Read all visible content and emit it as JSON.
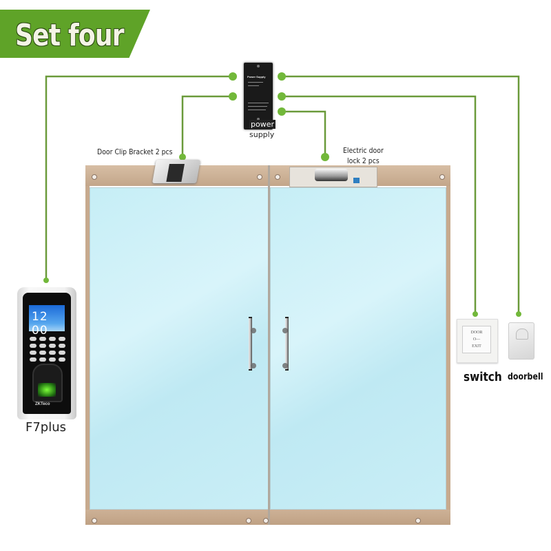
{
  "banner": {
    "title": "Set four",
    "color": "#5fa328"
  },
  "wire_color": "#6a9a3a",
  "dot_color": "#72b83a",
  "power_supply": {
    "label_line1": "power",
    "label_line2": "supply",
    "panel_title": "Power Supply"
  },
  "components": {
    "door_clip_bracket": {
      "label": "Door Clip Bracket 2 pcs"
    },
    "electric_lock": {
      "label_line1": "Electric door",
      "label_line2": "lock 2 pcs"
    },
    "reader": {
      "label": "F7plus",
      "screen_time": "12 00",
      "brand": "ZKTeco"
    },
    "exit_switch": {
      "label": "switch",
      "face_line1": "DOOR",
      "face_line2": "O—",
      "face_line3": "EXIT"
    },
    "doorbell": {
      "label": "doorbell"
    }
  }
}
